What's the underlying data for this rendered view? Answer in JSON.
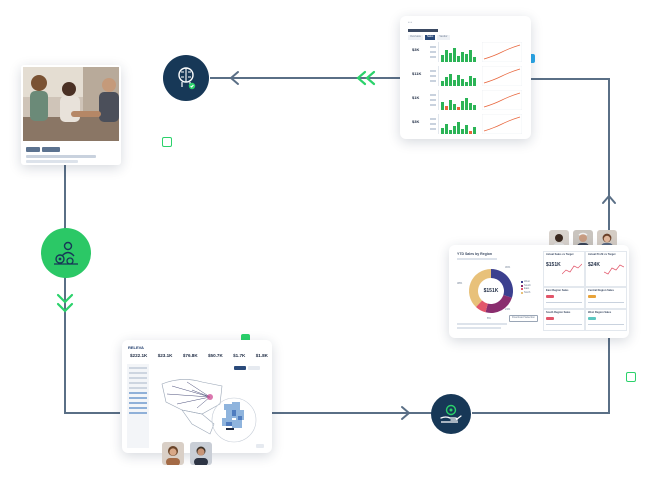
{
  "colors": {
    "flow_line": "#5a6f86",
    "hub_dark": "#173857",
    "hub_green": "#2bc866",
    "accent_green": "#2bd26b",
    "accent_blue": "#2aa7e8"
  },
  "icons": {
    "top_hub": "circuit-brain-icon",
    "left_hub": "person-gears-icon",
    "bottom_hub": "hand-gear-icon"
  },
  "top_dashboard": {
    "tabs": [
      "Overview",
      "Sales",
      "Vendor"
    ],
    "kpis": [
      "$3K",
      "$11K",
      "$1K",
      "$3K"
    ]
  },
  "map_dashboard": {
    "brand": "RELEVA",
    "kpis": [
      "$222.1K",
      "$23.1K",
      "$76.8K",
      "$50.7K",
      "$1.7K",
      "$1.8K"
    ]
  },
  "right_dashboard": {
    "donut_title": "YTD Sales by Region",
    "donut_center": "$151K",
    "donut_slices": [
      {
        "label": "West",
        "value": 30,
        "color": "#3b3f8f"
      },
      {
        "label": "South",
        "value": 24,
        "color": "#8a2d6e"
      },
      {
        "label": "East",
        "value": 8,
        "color": "#e2566a"
      },
      {
        "label": "North",
        "value": 38,
        "color": "#e8c17a"
      }
    ],
    "percent_labels": [
      "30%",
      "24%",
      "8%",
      "38%"
    ],
    "panel1_title": "Actual Sales vs Target",
    "panel1_value": "$151K",
    "panel2_title": "Actual Profit vs Target",
    "panel2_value": "$24K",
    "regions": [
      "East Region Sales",
      "Central Region Sales",
      "South Region Sales",
      "West Region Sales"
    ],
    "button": "Download Selection"
  }
}
